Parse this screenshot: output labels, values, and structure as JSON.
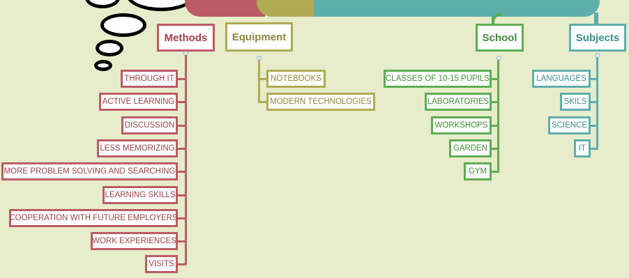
{
  "colors": {
    "background": "#e7ecca",
    "methods": "#bb5c64",
    "equipment": "#aeab52",
    "school": "#5cae52",
    "subjects": "#5eaeac"
  },
  "methods": {
    "title": "Methods",
    "items": [
      "THROUGH IT",
      "ACTIVE LEARNING",
      "DISCUSSION",
      "LESS MEMORIZING",
      "MORE PROBLEM SOLVING AND SEARCHING",
      "LEARNING SKILLS",
      "COOPERATION WITH FUTURE EMPLOYERS",
      "WORK EXPERIENCES",
      "VISITS"
    ]
  },
  "equipment": {
    "title": "Equipment",
    "items": [
      "NOTEBOOKS",
      "MODERN TECHNOLOGIES"
    ]
  },
  "school": {
    "title": "School",
    "items": [
      "CLASSES OF 10-15 PUPILS",
      "LABORATORIES",
      "WORKSHOPS",
      "GARDEN",
      "GYM"
    ]
  },
  "subjects": {
    "title": "Subjects",
    "items": [
      "LANGUAGES",
      "SKILS",
      "SCIENCE",
      "IT"
    ]
  }
}
